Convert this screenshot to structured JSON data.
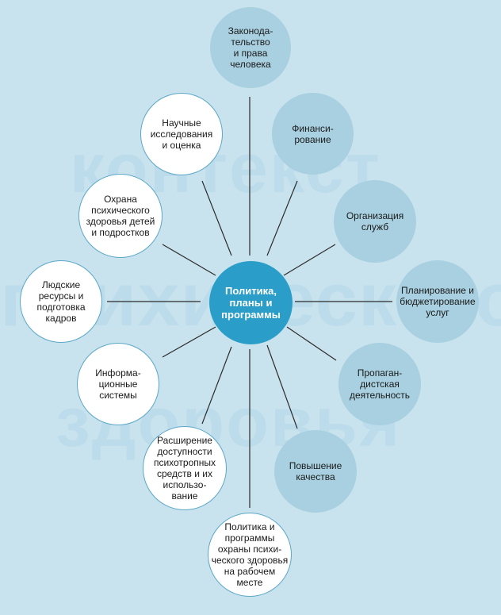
{
  "watermark": [
    "контекст",
    "психического",
    "здоровья"
  ],
  "center": "Политика,\nпланы и\nпрограммы",
  "nodes": [
    {
      "key": "legislation",
      "label": "Законода-\nтельство\nи права\nчеловека",
      "style": "blue"
    },
    {
      "key": "financing",
      "label": "Финанси-\nрование",
      "style": "blue"
    },
    {
      "key": "services",
      "label": "Организация\nслужб",
      "style": "blue"
    },
    {
      "key": "planning",
      "label": "Планирование и\nбюджетирование\nуслуг",
      "style": "blue"
    },
    {
      "key": "advocacy",
      "label": "Пропаган-\nдистская\nдеятельность",
      "style": "blue"
    },
    {
      "key": "quality",
      "label": "Повышение\nкачества",
      "style": "blue"
    },
    {
      "key": "workplace",
      "label": "Политика и\nпрограммы\nохраны психи-\nческого здоровья\nна рабочем\nместе",
      "style": "white"
    },
    {
      "key": "psychotropic",
      "label": "Расширение\nдоступности\nпсихотропных\nсредств и их\nиспользо-\nвание",
      "style": "white"
    },
    {
      "key": "information",
      "label": "Информа-\nционные\nсистемы",
      "style": "white"
    },
    {
      "key": "hr",
      "label": "Людские\nресурсы и\nподготовка\nкадров",
      "style": "white"
    },
    {
      "key": "children",
      "label": "Охрана\nпсихического\nздоровья детей\nи подростков",
      "style": "white"
    },
    {
      "key": "research",
      "label": "Научные\nисследования\nи оценка",
      "style": "white"
    }
  ]
}
